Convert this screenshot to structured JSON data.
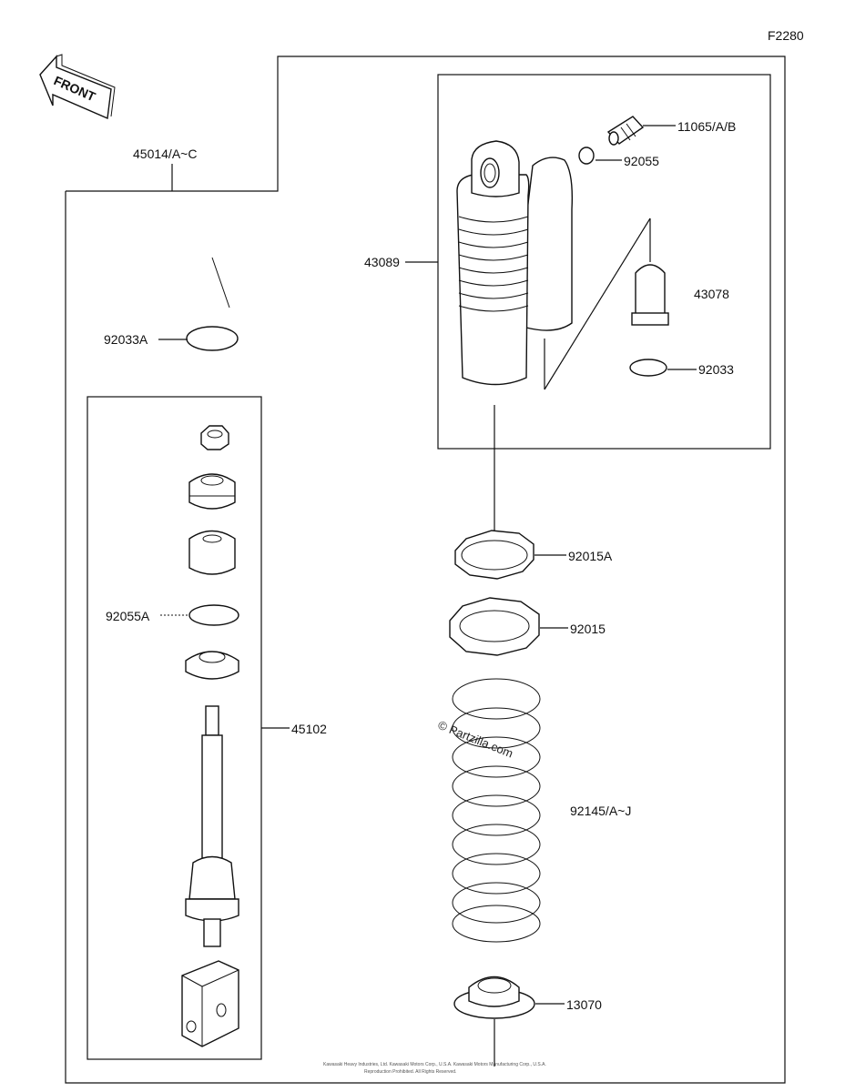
{
  "diagram_code": "F2280",
  "front_label": "FRONT",
  "watermark": "© Partzilla.com",
  "footer": {
    "line1": "Kawasaki Heavy Industries, Ltd. Kawasaki Motors Corp., U.S.A. Kawasaki Motors Manufacturing Corp., U.S.A.",
    "line2": "Reproduction Prohibited. All Rights Reserved."
  },
  "parts": {
    "assy": "45014/A~C",
    "reservoir_body": "43089",
    "valve": "11065/A/B",
    "oring_top": "92055",
    "bladder": "43078",
    "clip_right": "92033",
    "clip_left": "92033A",
    "locknut_a": "92015A",
    "locknut": "92015",
    "oring_left": "92055A",
    "rod_assy": "45102",
    "spring": "92145/A~J",
    "spring_seat": "13070"
  }
}
